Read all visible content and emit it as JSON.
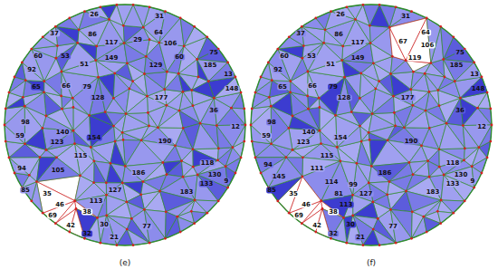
{
  "diagram": {
    "labels": [
      "26",
      "31",
      "37",
      "86",
      "117",
      "29",
      "64",
      "106",
      "60",
      "53",
      "149",
      "51",
      "129",
      "60",
      "75",
      "13",
      "92",
      "65",
      "66",
      "79",
      "128",
      "185",
      "177",
      "148",
      "98",
      "140",
      "59",
      "123",
      "154",
      "36",
      "12",
      "115",
      "190",
      "94",
      "105",
      "85",
      "186",
      "118",
      "130",
      "133",
      "9",
      "35",
      "46",
      "69",
      "42",
      "38",
      "113",
      "127",
      "183",
      "21",
      "30",
      "32",
      "77",
      "(e)",
      "26",
      "31",
      "37",
      "86",
      "117",
      "64",
      "106",
      "67",
      "119",
      "60",
      "53",
      "149",
      "51",
      "75",
      "185",
      "13",
      "92",
      "65",
      "66",
      "79",
      "128",
      "177",
      "148",
      "98",
      "140",
      "59",
      "123",
      "154",
      "36",
      "12",
      "115",
      "111",
      "190",
      "94",
      "145",
      "85",
      "114",
      "81",
      "99",
      "127",
      "113",
      "186",
      "118",
      "130",
      "133",
      "9",
      "35",
      "46",
      "69",
      "42",
      "38",
      "183",
      "21",
      "30",
      "32",
      "77",
      "(f)"
    ]
  }
}
